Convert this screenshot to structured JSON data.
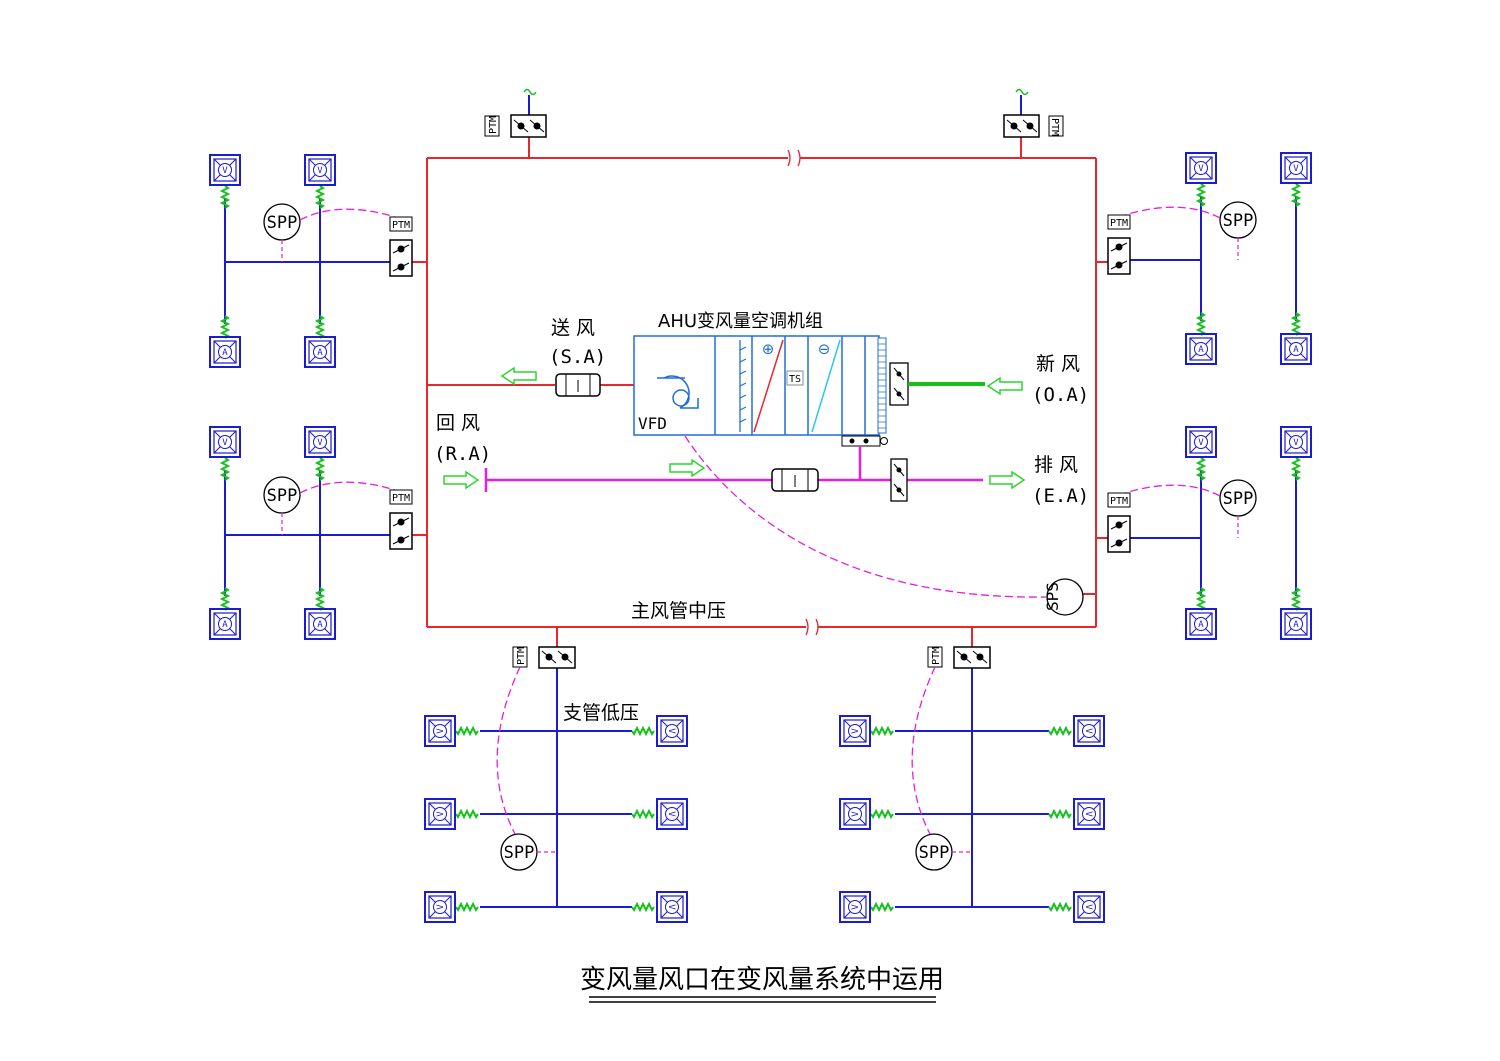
{
  "title": "变风量风口在变风量系统中运用",
  "labels": {
    "supply_cn": "送 风",
    "supply_abbr": "(S.A)",
    "return_cn": "回 风",
    "return_abbr": "(R.A)",
    "fresh_cn": "新 风",
    "fresh_abbr": "(O.A)",
    "exhaust_cn": "排 风",
    "exhaust_abbr": "(E.A)",
    "ahu": "AHU变风量空调机组",
    "vfd": "VFD",
    "ts": "TS",
    "main_duct": "主风管中压",
    "branch_duct": "支管低压",
    "sps": "SPS",
    "spp": "SPP",
    "ptm": "PTM",
    "vav_v": "V",
    "vav_a": "A",
    "heat_plus": "⊕",
    "cool_minus": "⊖"
  },
  "colors": {
    "main_duct": "#e8262b",
    "branch_duct": "#1b1bd0",
    "return_duct": "#e21ee0",
    "flex_duct": "#18c01e",
    "ahu_outline": "#1f6fd8",
    "arrow": "#2fd52f",
    "signal": "#e21ee0",
    "text": "#000000"
  }
}
